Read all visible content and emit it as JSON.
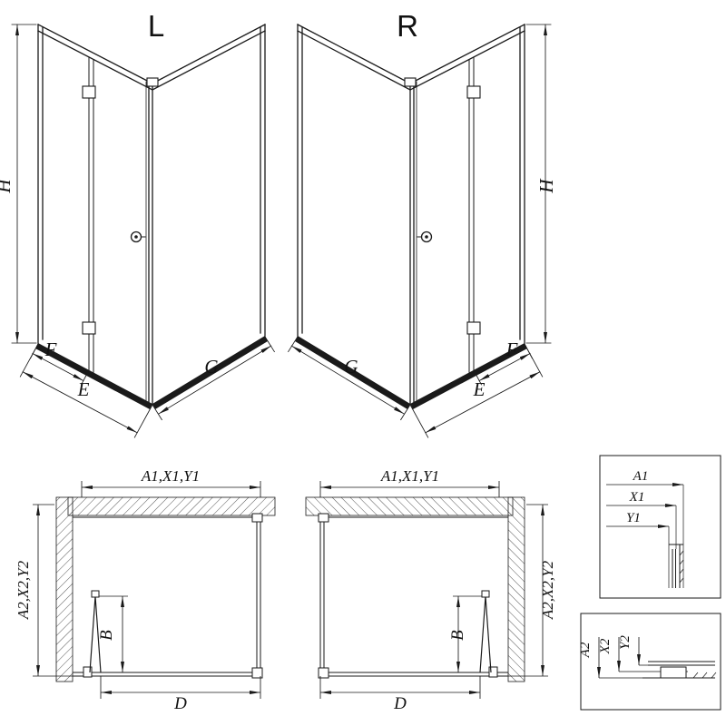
{
  "iso": {
    "label_left": "L",
    "label_right": "R",
    "dim_h": "H",
    "dim_f": "F",
    "dim_e": "E",
    "dim_g": "G"
  },
  "plan": {
    "dim_top": "A1,X1,Y1",
    "dim_side": "A2,X2,Y2",
    "dim_b": "B",
    "dim_d": "D"
  },
  "detail_top": {
    "dim_a1": "A1",
    "dim_x1": "X1",
    "dim_y1": "Y1"
  },
  "detail_bottom": {
    "dim_a2": "A2",
    "dim_x2": "X2",
    "dim_y2": "Y2"
  },
  "colors": {
    "line": "#1a1a1a",
    "background": "#ffffff"
  }
}
